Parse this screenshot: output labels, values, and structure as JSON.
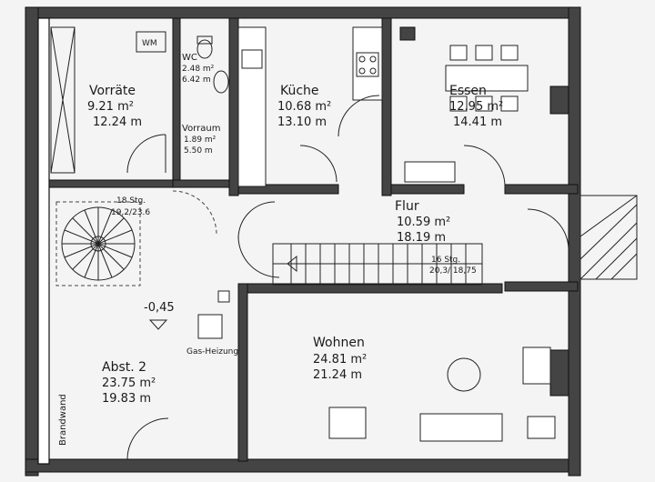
{
  "rooms": {
    "vorraete": {
      "name": "Vorräte",
      "area": "9.21 m²",
      "perimeter": "12.24 m"
    },
    "wc": {
      "name": "WC",
      "area": "2.48 m²",
      "perimeter": "6.42 m"
    },
    "vorraum": {
      "name": "Vorraum",
      "area": "1.89 m²",
      "perimeter": "5.50 m"
    },
    "kueche": {
      "name": "Küche",
      "area": "10.68 m²",
      "perimeter": "13.10 m"
    },
    "essen": {
      "name": "Essen",
      "area": "12.95 m²",
      "perimeter": "14.41 m"
    },
    "flur": {
      "name": "Flur",
      "area": "10.59 m²",
      "perimeter": "18.19 m"
    },
    "abst": {
      "name": "Abst. 2",
      "area": "23.75 m²",
      "perimeter": "19.83 m"
    },
    "wohnen": {
      "name": "Wohnen",
      "area": "24.81 m²",
      "perimeter": "21.24 m"
    }
  },
  "labels": {
    "wm": "WM",
    "stairs_spiral": "18  Stg.",
    "stairs_spiral_ratio": "19,2/23.6",
    "stairs_straight": "16  Stg.",
    "stairs_straight_ratio": "20,3/ 18,75",
    "level": "-0,45",
    "gas": "Gas-Heizung",
    "brandwand": "Brandwand"
  },
  "colors": {
    "wall": "#444444",
    "line": "#222222",
    "paper": "#f4f4f4"
  }
}
